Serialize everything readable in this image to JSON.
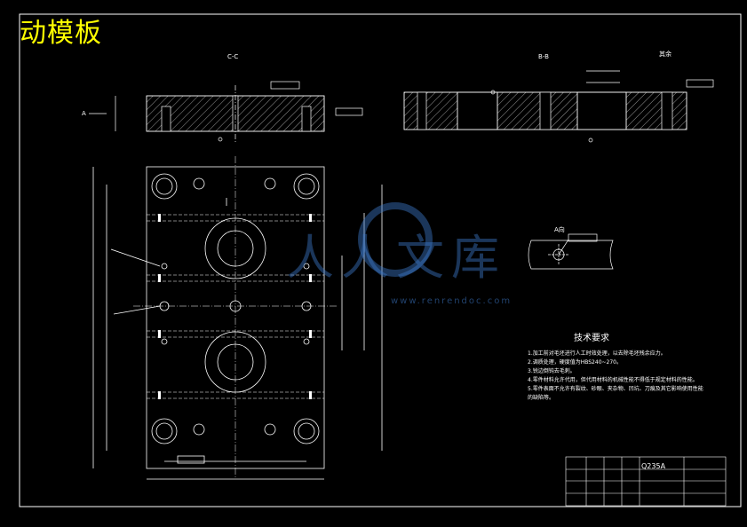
{
  "drawing": {
    "title": "动模板",
    "colors": {
      "background": "#000000",
      "line": "#ffffff",
      "title": "#ffff00",
      "watermark": "#3c78c8"
    }
  },
  "sections": {
    "cc_label": "C-C",
    "bb_label": "B-B",
    "bb_note": "其余",
    "a_label": "A向",
    "a_callout": "A"
  },
  "tech_requirements": {
    "title": "技术要求",
    "items": [
      "1.加工前对毛坯进行人工时效处理，以去除毛坯残余应力。",
      "2.调质处理，硬度值为HBS240~270。",
      "3.锐边倒钝去毛刺。",
      "4.零件材料允许代用，但代用材料的机械性能不得低于规定材料的性能。",
      "5.零件表面不允许有裂纹、砂眼、夹杂物、凹坑、刀痕及其它影响使用性能的缺陷等。"
    ]
  },
  "title_block": {
    "material": "Q235A"
  },
  "watermark": {
    "text": "人人文库",
    "url": "www.renrendoc.com"
  }
}
